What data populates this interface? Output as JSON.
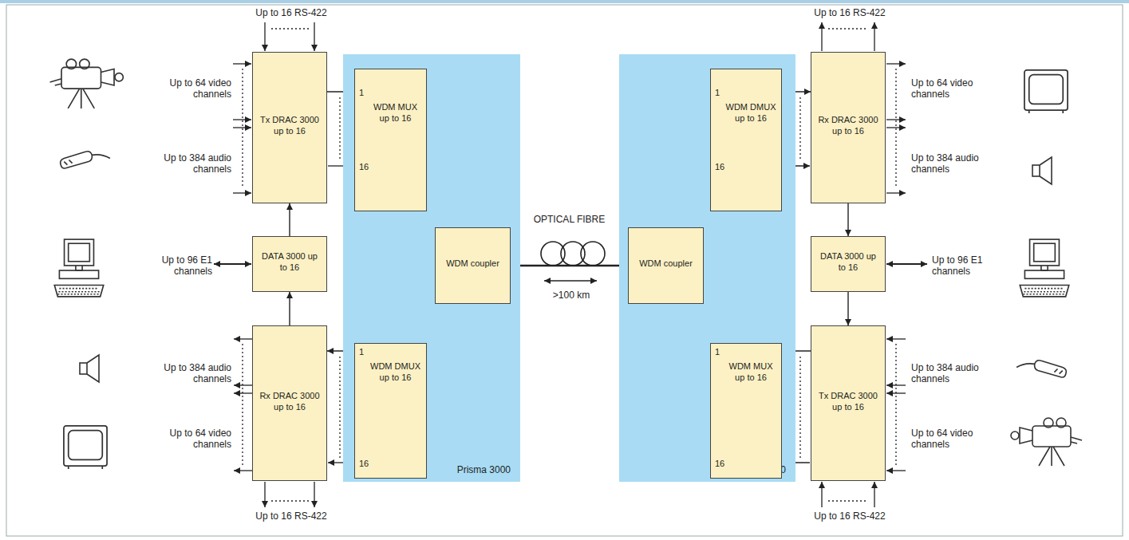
{
  "diagram": {
    "nodes": [
      {
        "text": [
          "Prisma 3000"
        ]
      },
      {
        "text": [
          "1",
          "WDM MUX up to 16",
          "16"
        ],
        "in": 0
      },
      {
        "text": [
          "WDM coupler"
        ],
        "in": 0
      },
      {
        "text": [
          "1",
          "WDM DMUX up to 16",
          "16"
        ],
        "in": 0
      },
      {
        "text": [
          "Prisma 3000"
        ]
      },
      {
        "text": [
          "1",
          "WDM DMUX up to 16",
          "16"
        ],
        "in": 4
      },
      {
        "text": [
          "WDM coupler"
        ],
        "in": 4
      },
      {
        "text": [
          "1",
          "WDM MUX up to 16",
          "16"
        ],
        "in": 4
      },
      {
        "text": [
          "Tx DRAC 3000 up to 16"
        ]
      },
      {
        "text": [
          "DATA 3000 up to 16"
        ]
      },
      {
        "text": [
          "Rx DRAC 3000 up to 16"
        ]
      },
      {
        "text": [
          "Rx DRAC 3000 up to 16"
        ]
      },
      {
        "text": [
          "DATA 3000 up to 16"
        ]
      },
      {
        "text": [
          "Tx DRAC 3000 up to 16"
        ]
      }
    ],
    "edges": [
      {
        "from": 8,
        "to": 1,
        "arrow": "to"
      },
      {
        "from": 1,
        "to": 2,
        "arrow": "to"
      },
      {
        "from": 3,
        "to": 2,
        "arrow": "to"
      },
      {
        "from": 3,
        "to": 10,
        "arrow": "to"
      },
      {
        "from": 2,
        "to": 6,
        "label": "OPTICAL FIBRE",
        "arrow": "none"
      },
      {
        "from": 9,
        "to": 8,
        "arrow": "to"
      },
      {
        "from": 10,
        "to": 9,
        "arrow": "to"
      },
      {
        "from": 5,
        "to": 11,
        "arrow": "to"
      },
      {
        "from": 11,
        "to": 12,
        "arrow": "to"
      },
      {
        "from": 12,
        "to": 13,
        "arrow": "to"
      },
      {
        "from": 13,
        "to": 7,
        "arrow": "to"
      },
      {
        "from": 7,
        "to": 6,
        "arrow": "to"
      },
      {
        "from": 6,
        "to": 5,
        "arrow": "to"
      }
    ],
    "labels": [
      "Up to 16 RS-422",
      "Up to 16 RS-422",
      "Up to 16 RS-422",
      "Up to 16 RS-422",
      "Up to 64 video channels",
      "Up to 384 audio channels",
      "Up to 96 E1 channels",
      "Up to 384 audio channels",
      "Up to 64 video channels",
      "Up to 64 video channels",
      "Up to 384 audio channels",
      "Up to 96 E1 channels",
      "Up to 384 audio channels",
      "Up to 64 video channels",
      ">100 km"
    ]
  }
}
